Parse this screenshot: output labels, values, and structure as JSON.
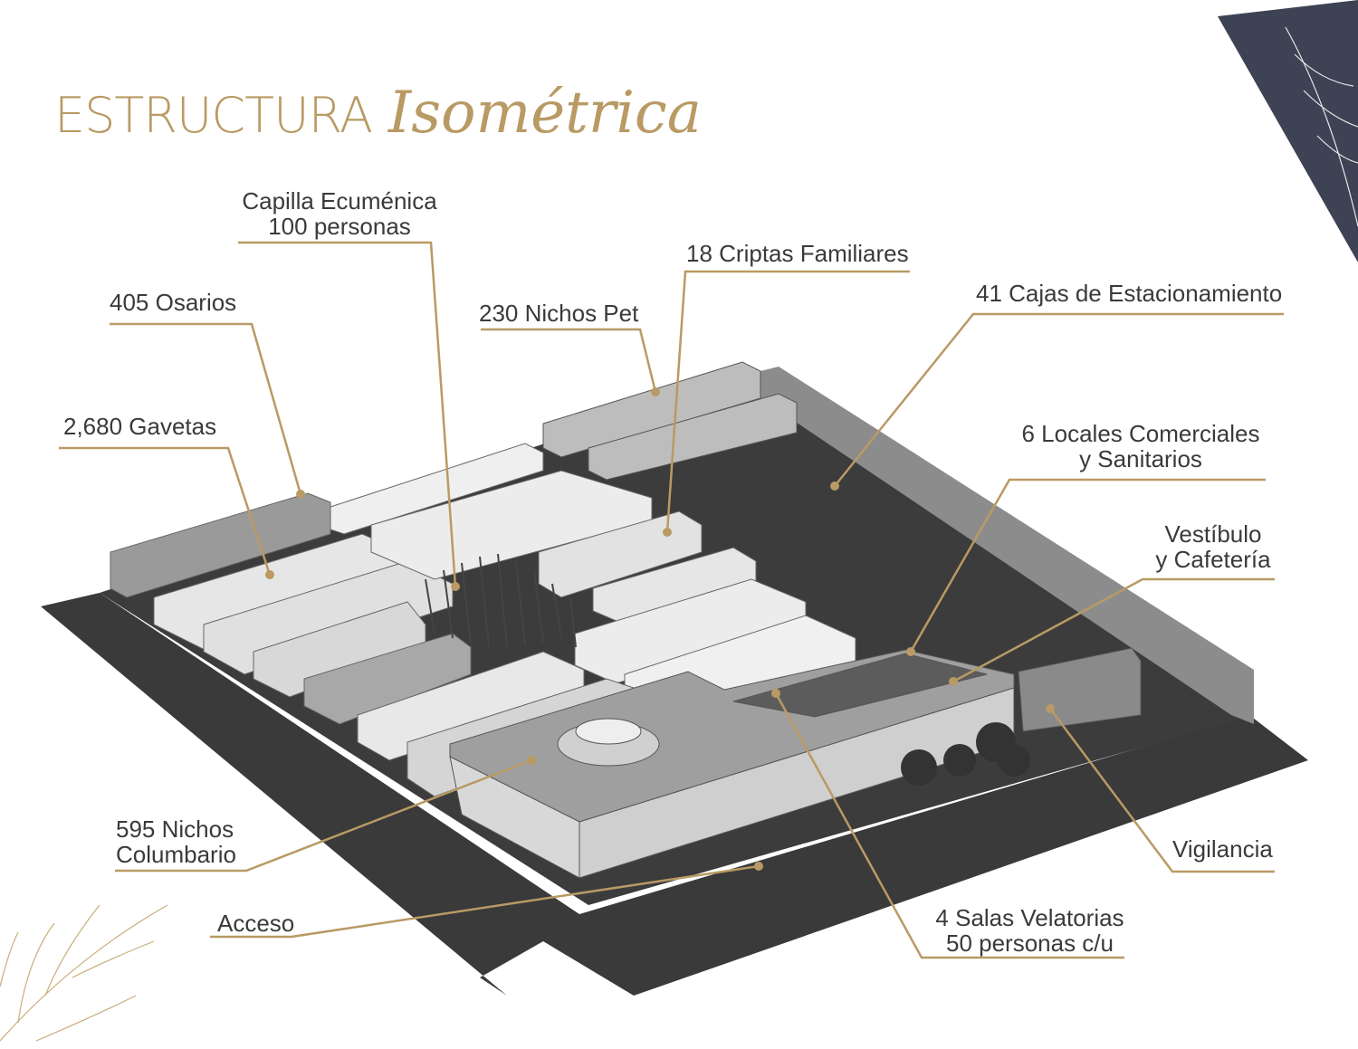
{
  "title": {
    "main": "ESTRUCTURA",
    "script": "Isométrica"
  },
  "colors": {
    "gold": "#b99a64",
    "text": "#3a3a3a",
    "navy": "#3d4254"
  },
  "labels": {
    "capilla": [
      "Capilla Ecuménica",
      "100 personas"
    ],
    "osarios": "405 Osarios",
    "gavetas": "2,680 Gavetas",
    "nichos_pet": "230 Nichos Pet",
    "criptas": "18 Criptas Familiares",
    "estacionamiento": "41 Cajas de Estacionamiento",
    "locales": [
      "6 Locales Comerciales",
      "y Sanitarios"
    ],
    "vestibulo": [
      "Vestíbulo",
      "y Cafetería"
    ],
    "vigilancia": "Vigilancia",
    "salas": [
      "4 Salas Velatorias",
      "50 personas c/u"
    ],
    "columbario": [
      "595 Nichos",
      "Columbario"
    ],
    "acceso": "Acceso"
  }
}
